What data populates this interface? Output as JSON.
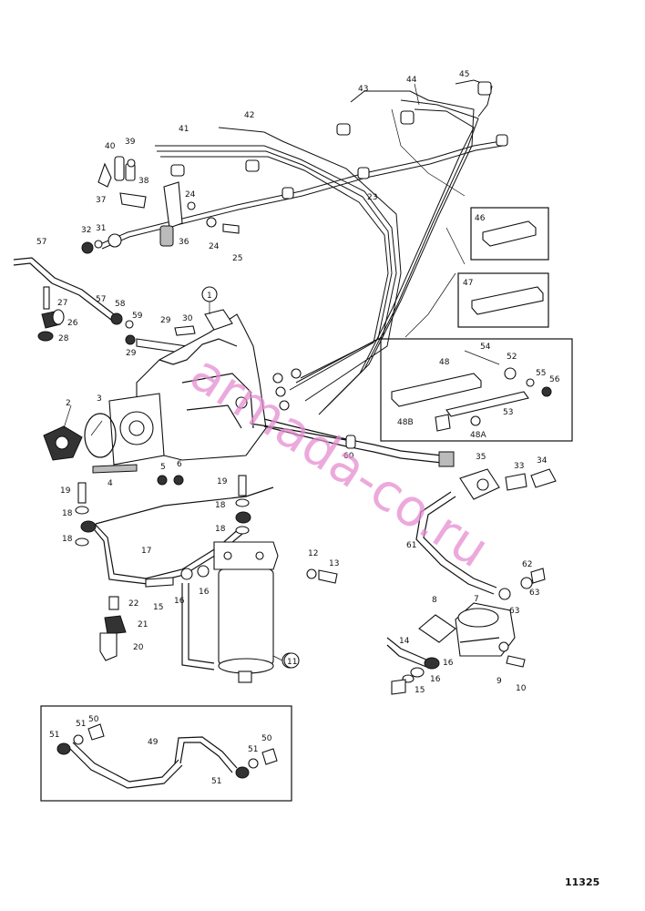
{
  "diagram": {
    "figure_number": "11325",
    "watermark": "armada-co.ru",
    "callouts": [
      "1",
      "2",
      "3",
      "4",
      "5",
      "6",
      "7",
      "8",
      "9",
      "10",
      "11",
      "12",
      "13",
      "14",
      "15",
      "16",
      "17",
      "18",
      "19",
      "20",
      "21",
      "22",
      "23",
      "24",
      "25",
      "26",
      "27",
      "28",
      "29",
      "30",
      "31",
      "32",
      "33",
      "34",
      "35",
      "36",
      "37",
      "38",
      "39",
      "40",
      "41",
      "42",
      "43",
      "44",
      "45",
      "46",
      "47",
      "48",
      "48A",
      "48B",
      "49",
      "50",
      "51",
      "52",
      "53",
      "54",
      "55",
      "56",
      "57",
      "58",
      "59",
      "60",
      "61",
      "62",
      "63"
    ],
    "colors": {
      "ink": "#111111",
      "watermark": "#e58cd0",
      "background": "#ffffff"
    }
  }
}
